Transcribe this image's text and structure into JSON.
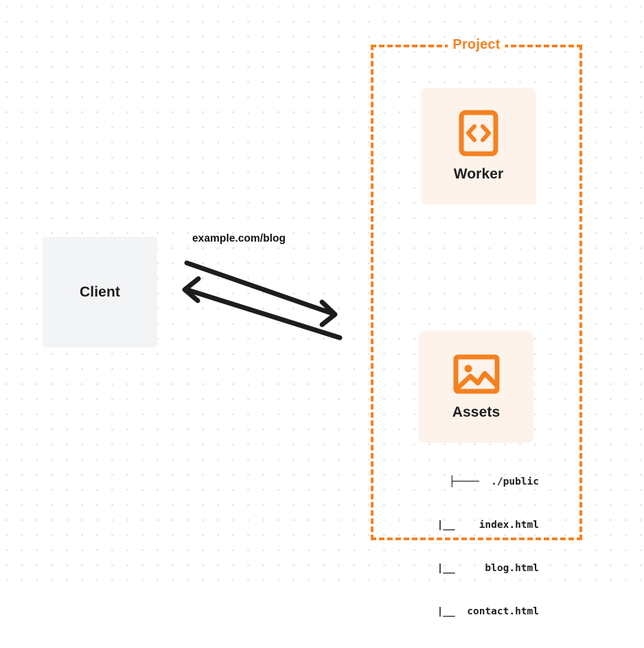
{
  "diagram": {
    "background": {
      "name": "dot-grid",
      "dot_color": "#e9e9ec",
      "page_color": "#ffffff"
    },
    "colors": {
      "accent_orange": "#f48120",
      "card_fill": "#fdf3ea",
      "client_fill": "#f3f4f6",
      "text_dark": "#1d1d1f",
      "arrow_stroke": "#1d1d1f"
    },
    "client": {
      "label": "Client"
    },
    "connector": {
      "request_label": "example.com/blog",
      "request_arrow": "client-to-project",
      "response_arrow": "project-to-client"
    },
    "project": {
      "title": "Project",
      "border_style": "dashed",
      "resources": [
        {
          "label": "Worker",
          "icon": "code-brackets-icon"
        },
        {
          "label": "Assets",
          "icon": "image-icon"
        }
      ]
    },
    "file_tree": {
      "rows": [
        "├────  ./public",
        "   |__    index.html",
        "   |__     blog.html",
        "   |__  contact.html"
      ]
    }
  }
}
